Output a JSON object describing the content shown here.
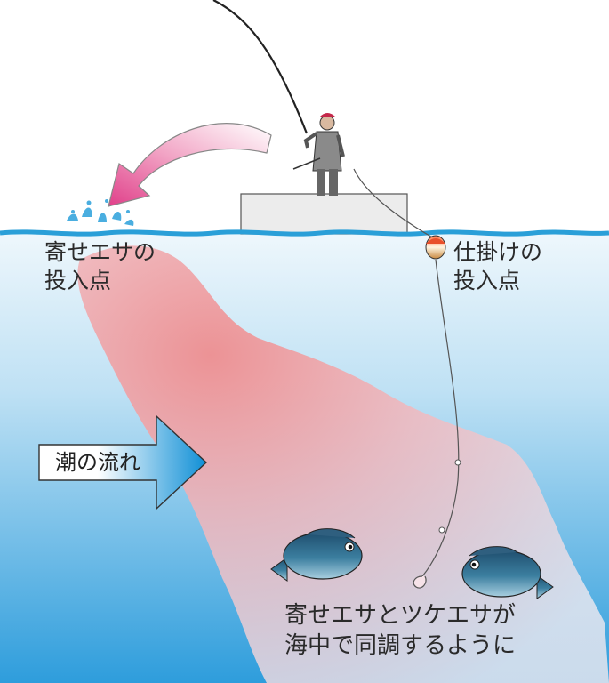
{
  "labels": {
    "chum_drop_point": [
      "寄せエサの",
      "投入点"
    ],
    "rig_drop_point": [
      "仕掛けの",
      "投入点"
    ],
    "tidal_current": "潮の流れ",
    "sync_note": [
      "寄せエサとツケエサが",
      "海中で同調するように"
    ]
  },
  "colors": {
    "water_top": "#e6f3fa",
    "water_bottom": "#3aa6e0",
    "chum_plume": "#f0a0a0",
    "current_arrow": "#2b9fe0",
    "cast_arrow": "#e0559a",
    "float_top": "#e94f2b",
    "boat": "#ececec",
    "fish": "#2f6f8f"
  },
  "icons": [
    "angler",
    "fishing-rod",
    "cast-arrow",
    "splash",
    "float",
    "hook",
    "fish"
  ]
}
